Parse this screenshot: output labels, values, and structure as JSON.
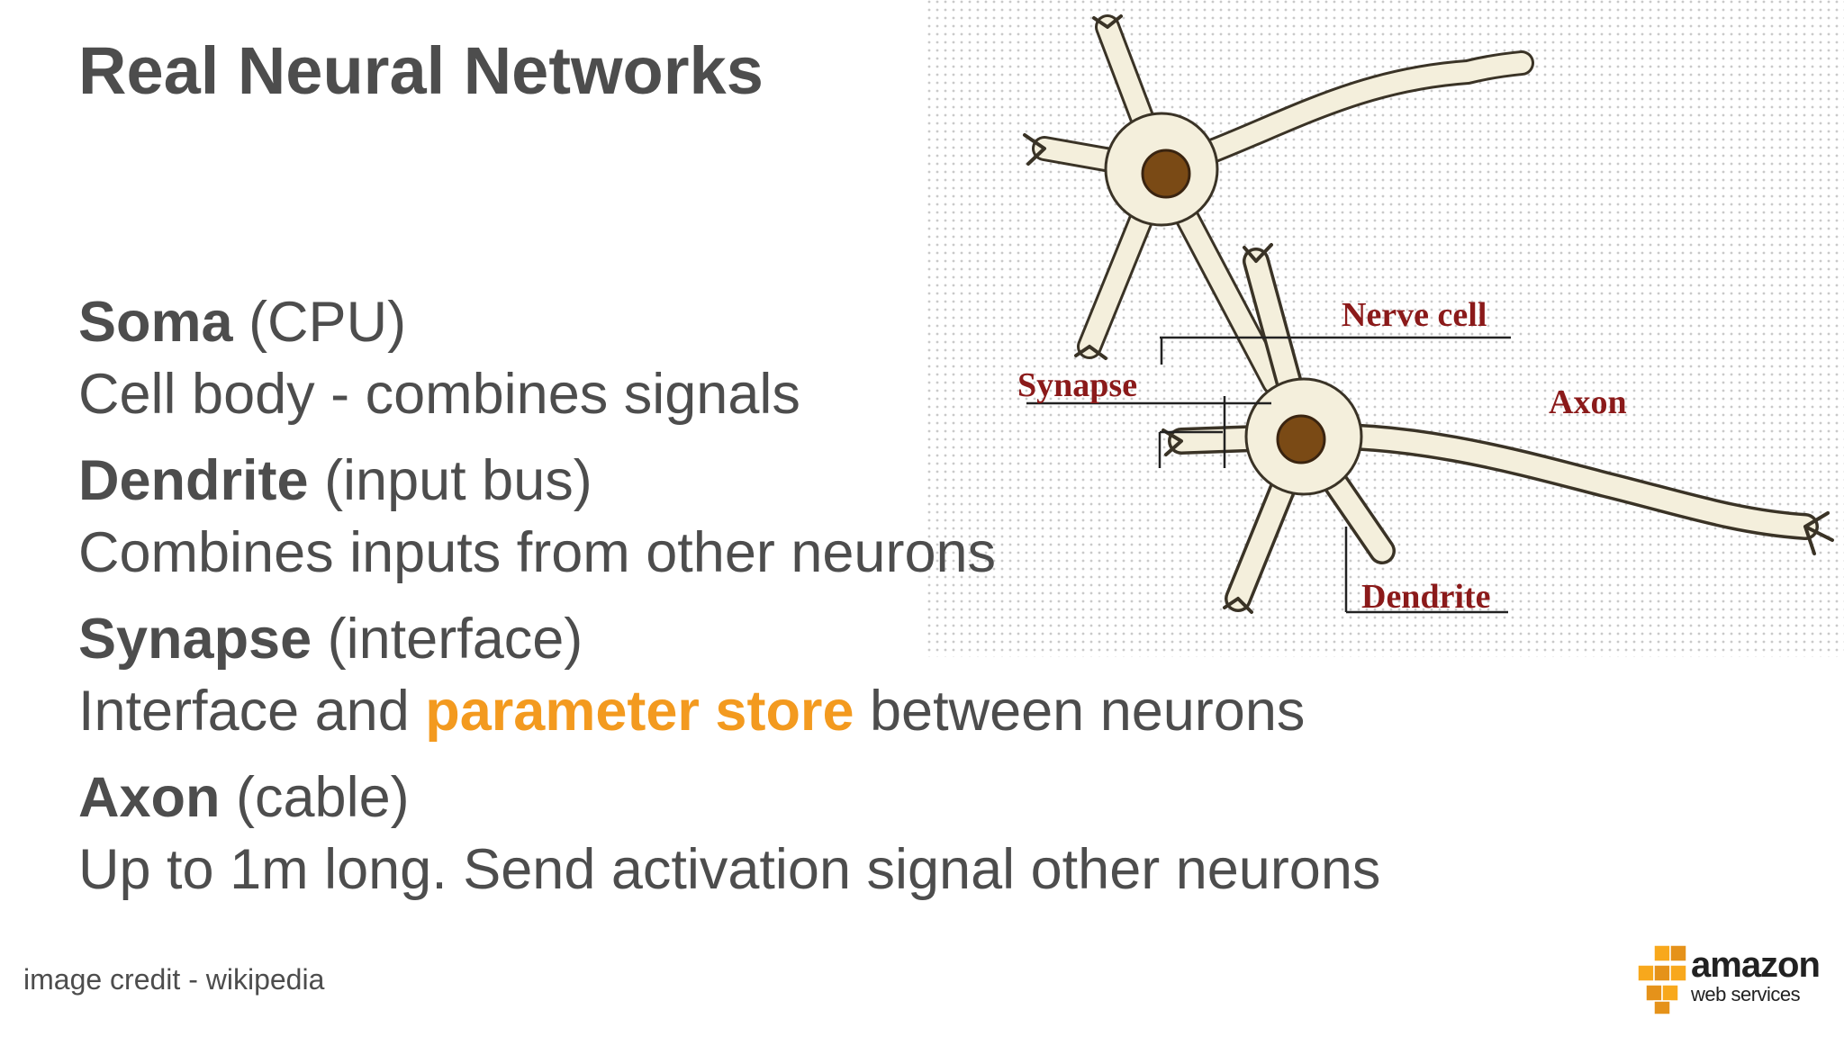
{
  "slide": {
    "title": "Real Neural Networks",
    "items": [
      {
        "term": "Soma",
        "qualifier": "(CPU)",
        "desc_before": "Cell body - combines signals",
        "highlight": "",
        "desc_after": ""
      },
      {
        "term": "Dendrite",
        "qualifier": "(input bus)",
        "desc_before": "Combines inputs from other neurons",
        "highlight": "",
        "desc_after": ""
      },
      {
        "term": "Synapse",
        "qualifier": "(interface)",
        "desc_before": "Interface and ",
        "highlight": "parameter store",
        "desc_after": " between neurons"
      },
      {
        "term": "Axon",
        "qualifier": "(cable)",
        "desc_before": "Up to 1m long. Send activation signal other neurons",
        "highlight": "",
        "desc_after": ""
      }
    ],
    "credit": "image credit - wikipedia"
  },
  "figure": {
    "labels": {
      "nerve_cell": "Nerve cell",
      "synapse": "Synapse",
      "axon": "Axon",
      "dendrite": "Dendrite"
    }
  },
  "logo": {
    "word": "amazon",
    "sub": "web services"
  },
  "colors": {
    "text": "#4d4d4d",
    "highlight": "#f39a1f",
    "cell_fill": "#f4efdc",
    "cell_outline": "#3a3326",
    "nucleus": "#7a4a15",
    "figure_label": "#8b1a1a"
  }
}
